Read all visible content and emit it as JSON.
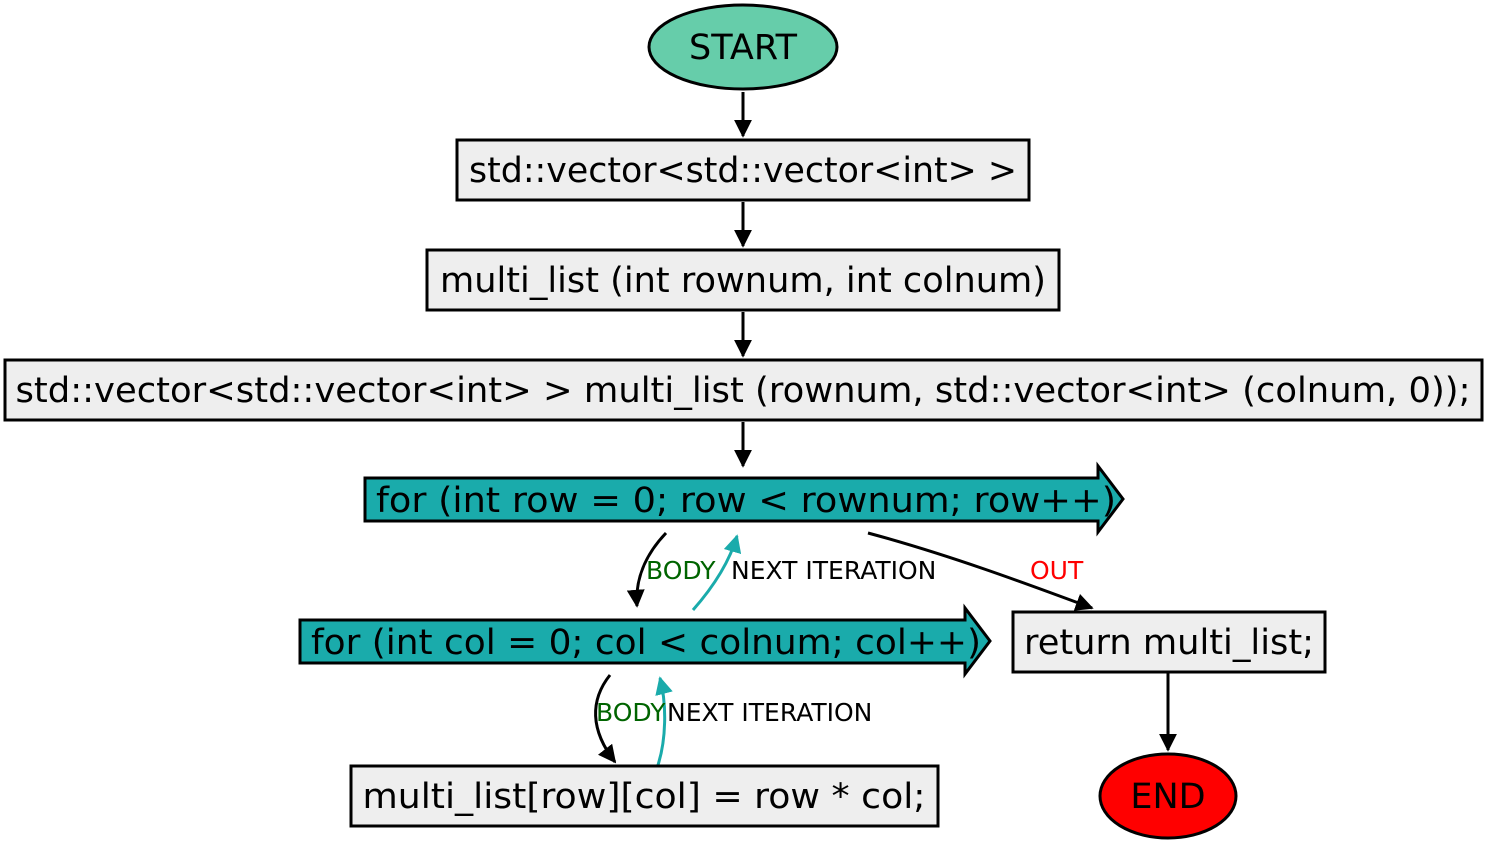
{
  "nodes": {
    "start": "START",
    "decl_return_type": "std::vector<std::vector<int> >",
    "func_signature": "multi_list (int rownum, int colnum)",
    "init_statement": "std::vector<std::vector<int> > multi_list (rownum, std::vector<int> (colnum, 0));",
    "outer_loop": "for (int row = 0; row < rownum; row++)",
    "inner_loop": "for (int col = 0; col < colnum; col++)",
    "assign_statement": "multi_list[row][col] = row * col;",
    "return_statement": "return multi_list;",
    "end": "END"
  },
  "edges": {
    "outer_body": "BODY",
    "outer_next": "NEXT ITERATION",
    "outer_out": "OUT",
    "inner_body": "BODY",
    "inner_next": "NEXT ITERATION"
  },
  "colors": {
    "start_fill": "#66cdaa",
    "end_fill": "#ff0000",
    "box_fill": "#eeeeee",
    "loop_fill": "#1aabab",
    "body_label": "#006400",
    "next_arrow": "#1aabab",
    "out_label": "#ff0000",
    "arrow": "#000000"
  }
}
